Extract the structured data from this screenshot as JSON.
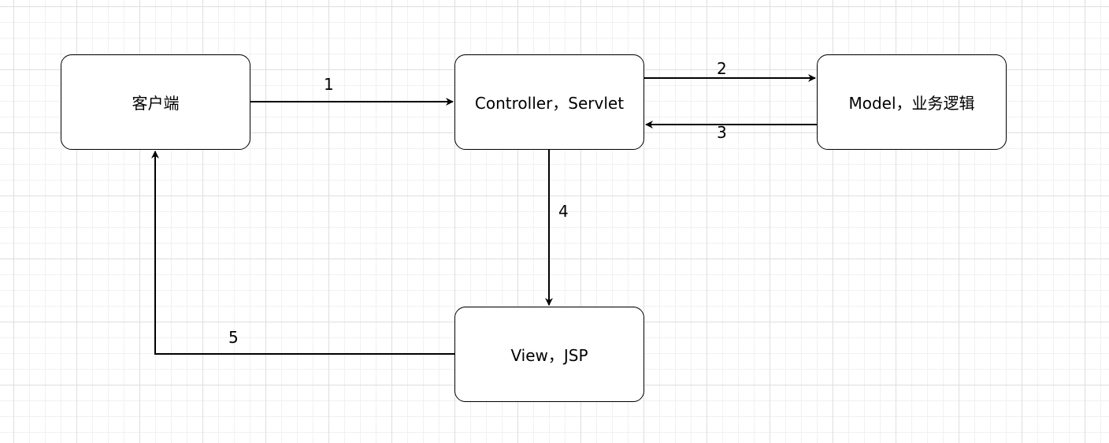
{
  "nodes": {
    "client": "客户端",
    "controller": "Controller，Servlet",
    "model": "Model，业务逻辑",
    "view": "View，JSP"
  },
  "edges": {
    "e1": "1",
    "e2": "2",
    "e3": "3",
    "e4": "4",
    "e5": "5"
  }
}
